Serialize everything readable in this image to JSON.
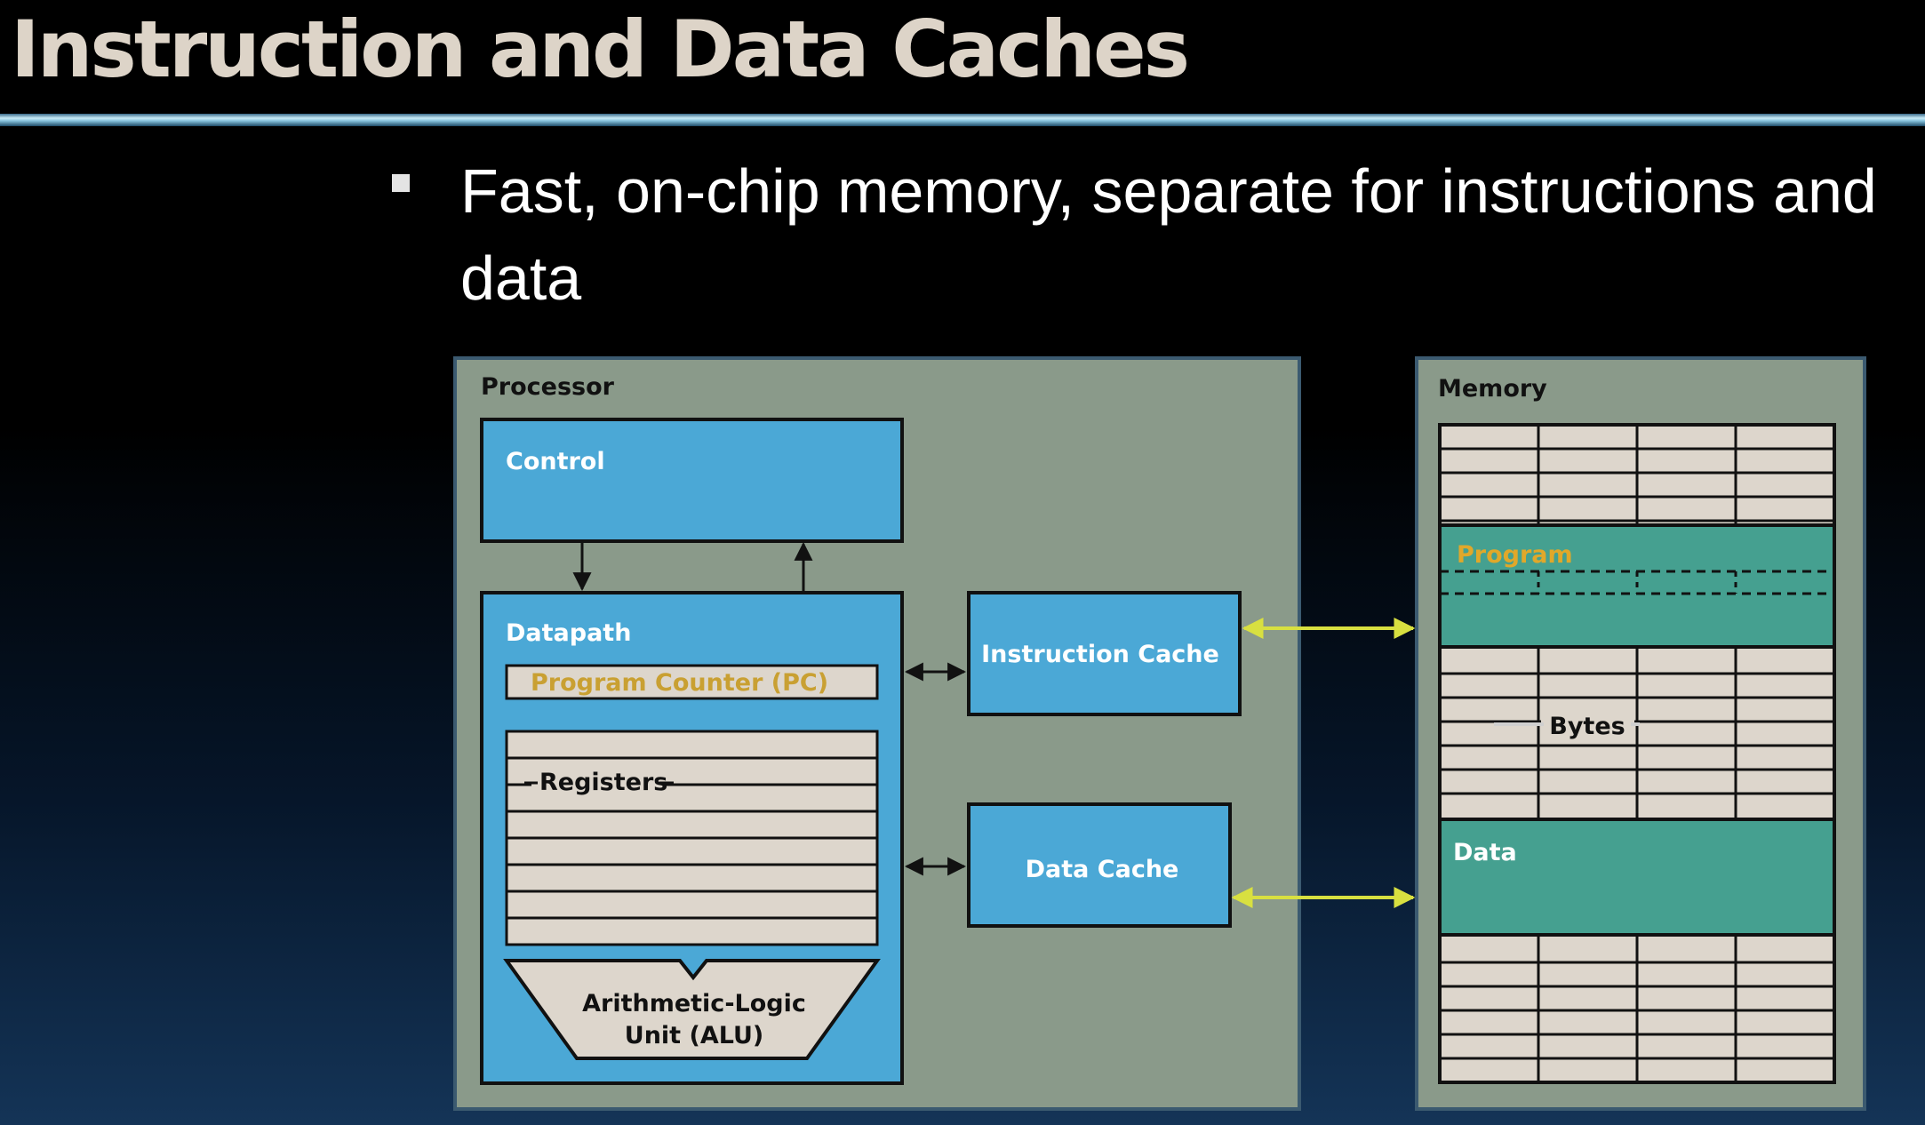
{
  "slide": {
    "title": "Instruction and Data Caches",
    "bullet": "Fast, on-chip memory, separate for instructions and data"
  },
  "diagram": {
    "processor_label": "Processor",
    "control_label": "Control",
    "datapath_label": "Datapath",
    "pc_label": "Program Counter (PC)",
    "registers_label": "Registers",
    "alu_line1": "Arithmetic-Logic",
    "alu_line2": "Unit (ALU)",
    "instruction_cache_label": "Instruction Cache",
    "data_cache_label": "Data Cache",
    "memory_label": "Memory",
    "program_label": "Program",
    "bytes_label": "Bytes",
    "data_label": "Data"
  },
  "colors": {
    "panel_fill": "#8a9a8a",
    "block_blue": "#4ba8d6",
    "cell_fill": "#ddd6cc",
    "segment_teal": "#45a090",
    "cache_arrow": "#d8e040",
    "program_text": "#e0a82a"
  }
}
